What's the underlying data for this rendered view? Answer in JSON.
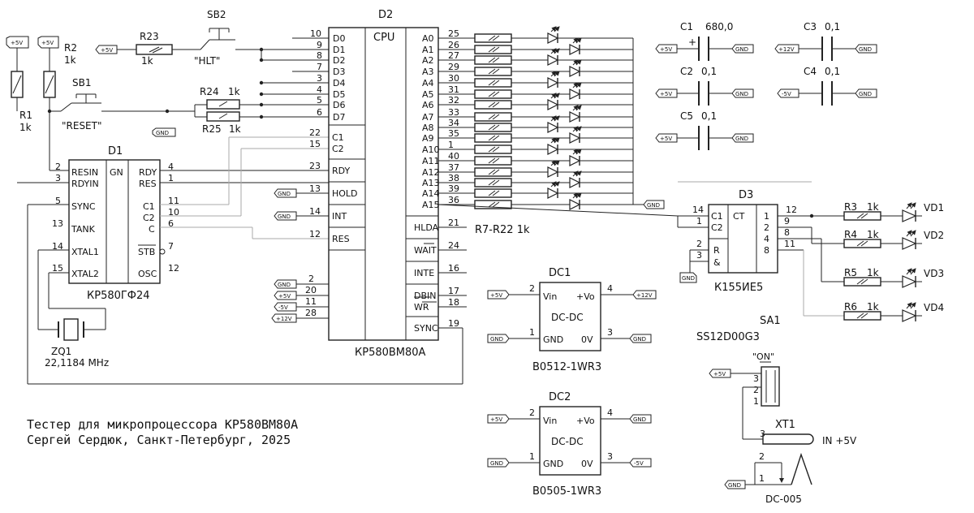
{
  "title": {
    "line1": "Тестер для микропроцессора КР580ВМ80А",
    "line2": "Сергей Сердюк, Санкт-Петербург, 2025"
  },
  "power": {
    "p5": "+5V",
    "m5": "-5V",
    "p12": "+12V",
    "gnd": "GND"
  },
  "d1": {
    "ref": "D1",
    "type": "КР580ГФ24",
    "gn": "GN",
    "left_pins": [
      {
        "num": "2",
        "name": "RESIN"
      },
      {
        "num": "3",
        "name": "RDYIN"
      },
      {
        "num": "5",
        "name": "SYNC"
      },
      {
        "num": "13",
        "name": "TANK"
      },
      {
        "num": "14",
        "name": "XTAL1"
      },
      {
        "num": "15",
        "name": "XTAL2"
      }
    ],
    "right_pins": [
      {
        "num": "4",
        "name": "RDY"
      },
      {
        "num": "1",
        "name": "RES"
      },
      {
        "num": "11",
        "name": "C1"
      },
      {
        "num": "10",
        "name": "C2"
      },
      {
        "num": "6",
        "name": "C"
      },
      {
        "num": "7",
        "name": "STB"
      },
      {
        "num": "12",
        "name": "OSC"
      }
    ]
  },
  "d2": {
    "ref": "D2",
    "type": "КР580ВМ80А",
    "cpu": "CPU",
    "data_pins": [
      {
        "num": "10",
        "name": "D0"
      },
      {
        "num": "9",
        "name": "D1"
      },
      {
        "num": "8",
        "name": "D2"
      },
      {
        "num": "7",
        "name": "D3"
      },
      {
        "num": "3",
        "name": "D4"
      },
      {
        "num": "4",
        "name": "D5"
      },
      {
        "num": "5",
        "name": "D6"
      },
      {
        "num": "6",
        "name": "D7"
      }
    ],
    "ctrl_pins": [
      {
        "num": "22",
        "name": "C1"
      },
      {
        "num": "15",
        "name": "C2"
      },
      {
        "num": "23",
        "name": "RDY"
      },
      {
        "num": "13",
        "name": "HOLD"
      },
      {
        "num": "14",
        "name": "INT"
      },
      {
        "num": "12",
        "name": "RES"
      }
    ],
    "power_pins": [
      "2",
      "20",
      "11",
      "28"
    ],
    "addr_pins": [
      {
        "num": "25",
        "name": "A0"
      },
      {
        "num": "26",
        "name": "A1"
      },
      {
        "num": "27",
        "name": "A2"
      },
      {
        "num": "29",
        "name": "A3"
      },
      {
        "num": "30",
        "name": "A4"
      },
      {
        "num": "31",
        "name": "A5"
      },
      {
        "num": "32",
        "name": "A6"
      },
      {
        "num": "33",
        "name": "A7"
      },
      {
        "num": "34",
        "name": "A8"
      },
      {
        "num": "35",
        "name": "A9"
      },
      {
        "num": "1",
        "name": "A10"
      },
      {
        "num": "40",
        "name": "A11"
      },
      {
        "num": "37",
        "name": "A12"
      },
      {
        "num": "38",
        "name": "A13"
      },
      {
        "num": "39",
        "name": "A14"
      },
      {
        "num": "36",
        "name": "A15"
      }
    ],
    "out_pins": [
      {
        "num": "21",
        "name": "HLDA"
      },
      {
        "num": "24",
        "name": "WAIT"
      },
      {
        "num": "16",
        "name": "INTE"
      },
      {
        "num": "17",
        "name": "DBIN"
      },
      {
        "num": "18",
        "name": "WR"
      },
      {
        "num": "19",
        "name": "SYNC"
      }
    ]
  },
  "d3": {
    "ref": "D3",
    "type": "К155ИЕ5",
    "ct": "CT",
    "in_pins": [
      "14",
      "1",
      "2",
      "3"
    ],
    "in_names": [
      "C1",
      "C2",
      "R",
      "&"
    ],
    "out_bits": [
      "1",
      "2",
      "4",
      "8"
    ],
    "out_pins": [
      "12",
      "9",
      "8",
      "11"
    ]
  },
  "resistors": {
    "r1": {
      "ref": "R1",
      "val": "1k"
    },
    "r2": {
      "ref": "R2",
      "val": "1k"
    },
    "r23": {
      "ref": "R23",
      "val": "1k"
    },
    "r24": {
      "ref": "R24",
      "val": "1k"
    },
    "r25": {
      "ref": "R25",
      "val": "1k"
    },
    "rarray": "R7-R22 1k",
    "r3": {
      "ref": "R3",
      "val": "1k"
    },
    "r4": {
      "ref": "R4",
      "val": "1k"
    },
    "r5": {
      "ref": "R5",
      "val": "1k"
    },
    "r6": {
      "ref": "R6",
      "val": "1k"
    }
  },
  "switches": {
    "sb1": {
      "ref": "SB1",
      "label": "\"RESET\""
    },
    "sb2": {
      "ref": "SB2",
      "label": "\"HLT\""
    },
    "sa1": {
      "ref": "SA1",
      "type": "SS12D00G3",
      "on": "\"ON\"",
      "pins": [
        "3",
        "2",
        "1"
      ]
    }
  },
  "leds": [
    "VD1",
    "VD2",
    "VD3",
    "VD4"
  ],
  "caps": [
    {
      "ref": "C1",
      "val": "680,0"
    },
    {
      "ref": "C2",
      "val": "0,1"
    },
    {
      "ref": "C3",
      "val": "0,1"
    },
    {
      "ref": "C4",
      "val": "0,1"
    },
    {
      "ref": "C5",
      "val": "0,1"
    }
  ],
  "crystal": {
    "ref": "ZQ1",
    "freq": "22,1184 MHz"
  },
  "dc1": {
    "ref": "DC1",
    "body": "DC-DC",
    "type": "B0512-1WR3",
    "pins": [
      "2",
      "1",
      "4",
      "3"
    ],
    "names": [
      "Vin",
      "GND",
      "+Vo",
      "0V"
    ]
  },
  "dc2": {
    "ref": "DC2",
    "body": "DC-DC",
    "type": "B0505-1WR3",
    "pins": [
      "2",
      "1",
      "4",
      "3"
    ],
    "names": [
      "Vin",
      "GND",
      "+Vo",
      "0V"
    ]
  },
  "xt1": {
    "ref": "XT1",
    "in": "IN +5V",
    "pin": "3",
    "jack": "DC-005",
    "jack_pins": [
      "2",
      "1"
    ]
  }
}
